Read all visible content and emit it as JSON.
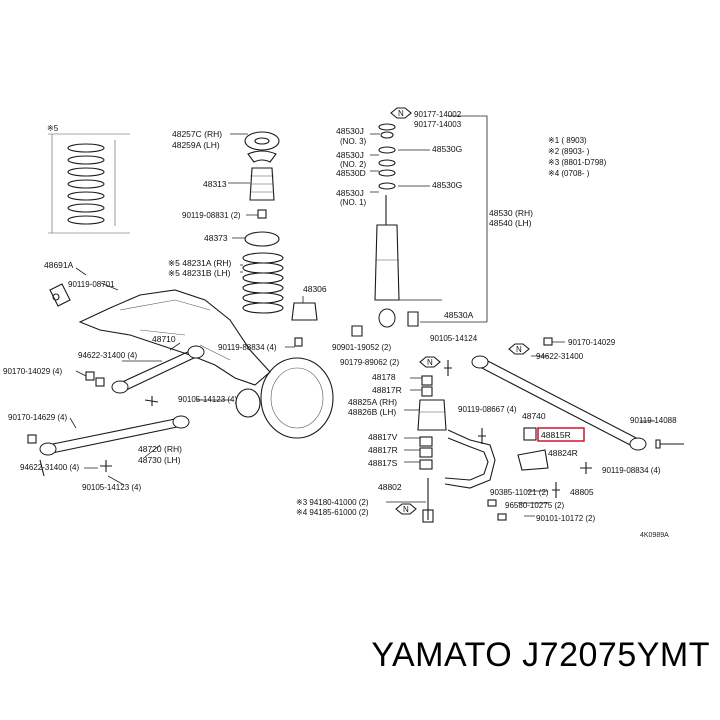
{
  "labels": {
    "p48257C": "48257C (RH)",
    "p48259A": "48259A (LH)",
    "p48313": "48313",
    "p90119_08831": "90119-08831 (2)",
    "p48373": "48373",
    "p48231A": "※5 48231A (RH)",
    "p48231B": "※5 48231B (LH)",
    "p48306": "48306",
    "p90119_08834_top": "90119-88834 (4)",
    "p48691A": "48691A",
    "p90119_08701": "90119-08701",
    "p48710": "48710",
    "p94622_31400_top": "94622-31400 (4)",
    "p90170_14029_L1": "90170-14029 (4)",
    "p90105_14123_top": "90105-14123 (4)",
    "p90170_14029_L2": "90170-14629 (4)",
    "p48720": "48720 (RH)",
    "p48730": "48730 (LH)",
    "p94622_31400_bot": "94622-31400 (4)",
    "p90105_14123_bot": "90105-14123 (4)",
    "p48530J_1": "48530J",
    "p48530J_1_no": "(NO. 3)",
    "p48530J_2": "48530J",
    "p48530J_2_no": "(NO. 2)",
    "p48530D": "48530D",
    "p48530J_3": "48530J",
    "p48530J_3_no": "(NO. 1)",
    "p90177_14002": "90177-14002",
    "p90177_14003": "90177-14003",
    "p48530G_1": "48530G",
    "p48530G_2": "48530G",
    "p48530RH": "48530 (RH)",
    "p48540LH": "48540 (LH)",
    "p48530A": "48530A",
    "p90901_19052": "90901-19052 (2)",
    "p90105_14124": "90105-14124",
    "p90179_89062": "90179-89062 (2)",
    "p48178": "48178",
    "p48817R_top": "48817R",
    "p48825A": "48825A (RH)",
    "p48826B": "48826B (LH)",
    "p90119_08667": "90119-08667 (4)",
    "p48740": "48740",
    "p48815R": "48815R",
    "p48817V": "48817V",
    "p48817R_bot": "48817R",
    "p48817S": "48817S",
    "p48824R": "48824R",
    "p90119_08834_bot": "90119-08834 (4)",
    "p90170_14029_R": "90170-14029",
    "p94622_31400_R": "94622-31400",
    "p90119_14088": "90119-14088",
    "p48802": "48802",
    "p94180_41000": "※3 94180-41000 (2)",
    "p94185_61000": "※4 94185-61000 (2)",
    "p90385_11021": "90385-11021 (2)",
    "p48805": "48805",
    "p96580_10275": "96580-10275 (2)",
    "p90101_10172": "90101-10172 (2)",
    "star5": "※5",
    "legend1": "※1   (     8903)",
    "legend2": "※2  (8903-       )",
    "legend3": "※3  (8801-D798)",
    "legend4": "※4  (0708-       )",
    "n_marker": "N"
  },
  "ref_code": "4K0989A",
  "brand": "YAMATO J72075YMT"
}
